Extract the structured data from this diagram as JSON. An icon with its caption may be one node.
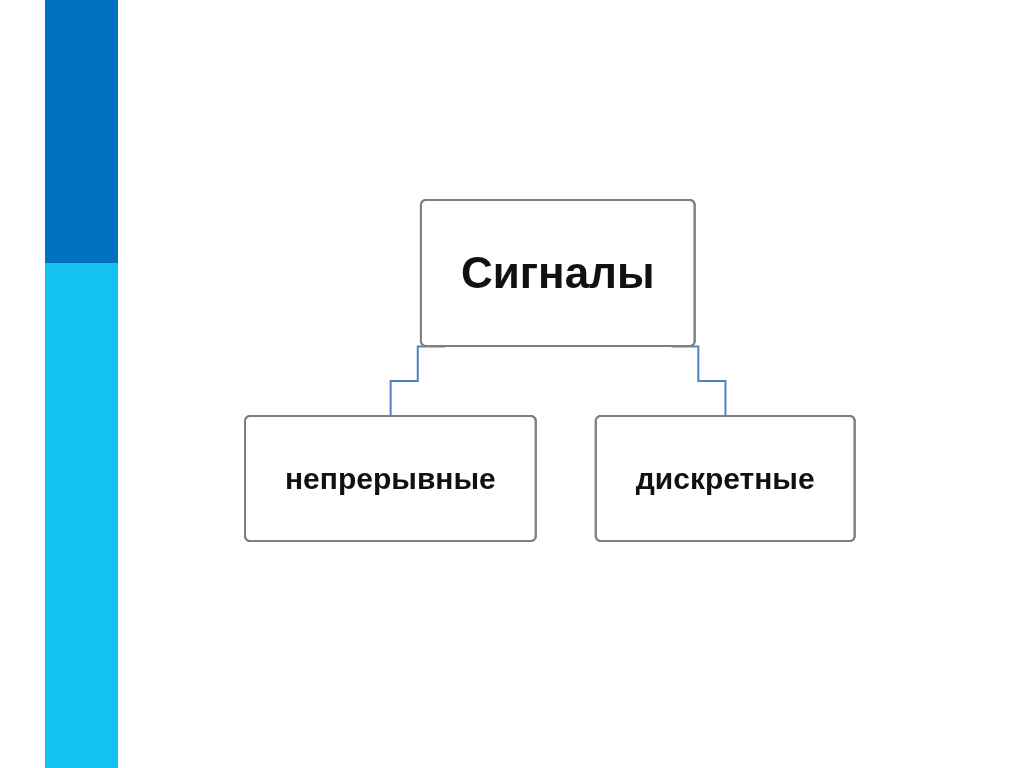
{
  "diagram": {
    "nodes": [
      {
        "text": [
          "Сигналы"
        ]
      },
      {
        "text": [
          "непрерывные"
        ]
      },
      {
        "text": [
          "дискретные"
        ]
      }
    ],
    "edges": [
      {
        "from": 0,
        "to": 1,
        "arrow": "none"
      },
      {
        "from": 0,
        "to": 2,
        "arrow": "none"
      }
    ]
  }
}
